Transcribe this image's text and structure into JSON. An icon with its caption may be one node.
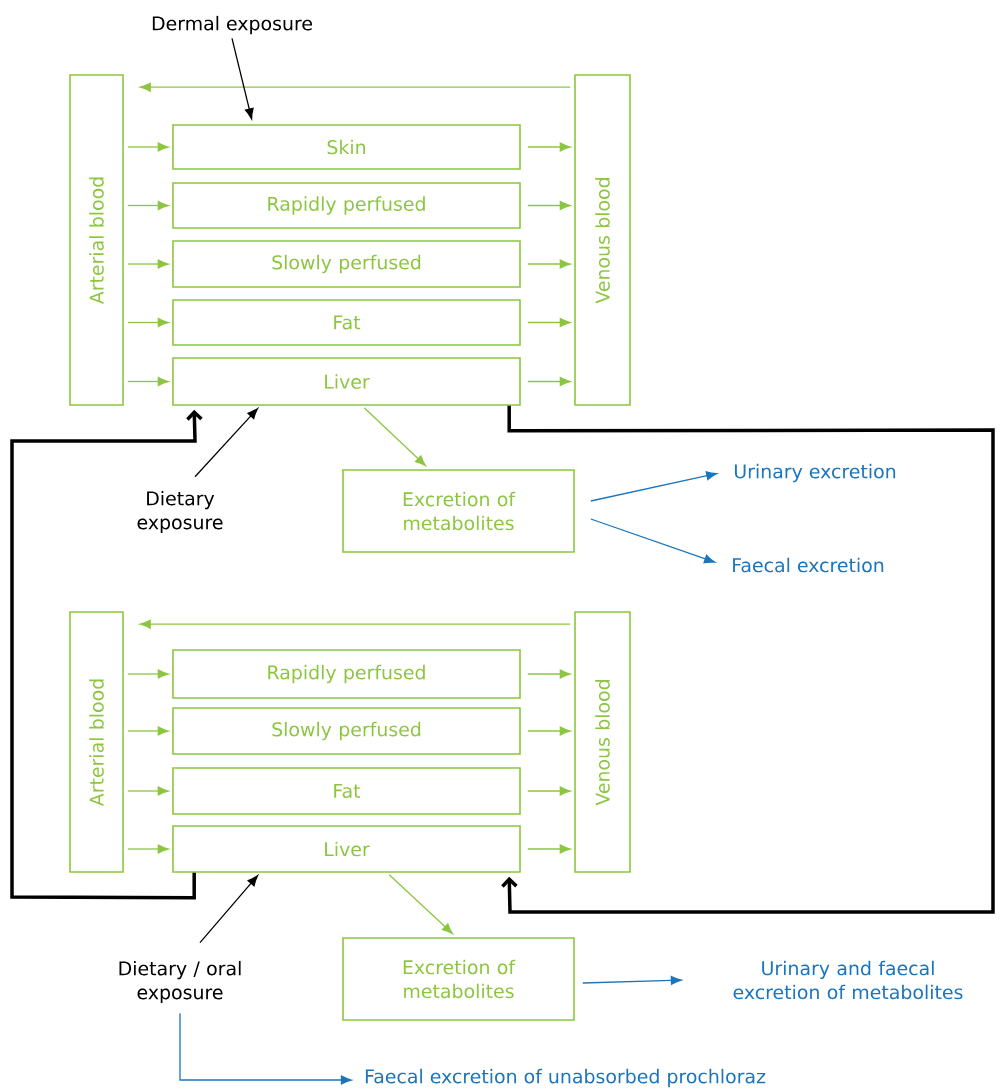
{
  "diagram": {
    "nodes": [
      {
        "text": [
          "Dermal exposure"
        ]
      },
      {
        "text": [
          "Arterial blood"
        ]
      },
      {
        "text": [
          "Skin"
        ]
      },
      {
        "text": [
          "Rapidly perfused"
        ]
      },
      {
        "text": [
          "Slowly perfused"
        ]
      },
      {
        "text": [
          "Fat"
        ]
      },
      {
        "text": [
          "Liver"
        ]
      },
      {
        "text": [
          "Venous blood"
        ]
      },
      {
        "text": [
          "Dietary exposure"
        ]
      },
      {
        "text": [
          "Excretion of metabolites"
        ]
      },
      {
        "text": [
          "Urinary excretion"
        ]
      },
      {
        "text": [
          "Faecal excretion"
        ]
      },
      {
        "text": [
          "Arterial blood"
        ]
      },
      {
        "text": [
          "Rapidly perfused"
        ]
      },
      {
        "text": [
          "Slowly perfused"
        ]
      },
      {
        "text": [
          "Fat"
        ]
      },
      {
        "text": [
          "Liver"
        ]
      },
      {
        "text": [
          "Venous blood"
        ]
      },
      {
        "text": [
          "Dietary / oral exposure"
        ]
      },
      {
        "text": [
          "Excretion of metabolites"
        ]
      },
      {
        "text": [
          "Urinary and faecal excretion of metabolites"
        ]
      },
      {
        "text": [
          "Faecal excretion of unabsorbed prochloraz"
        ]
      }
    ],
    "edges": [
      {
        "from": 7,
        "to": 1,
        "arrow": "to"
      },
      {
        "from": 0,
        "to": 2,
        "arrow": "to",
        "color": "#000000"
      },
      {
        "from": 1,
        "to": 2,
        "arrow": "to"
      },
      {
        "from": 1,
        "to": 3,
        "arrow": "to"
      },
      {
        "from": 1,
        "to": 4,
        "arrow": "to"
      },
      {
        "from": 1,
        "to": 5,
        "arrow": "to"
      },
      {
        "from": 1,
        "to": 6,
        "arrow": "to"
      },
      {
        "from": 2,
        "to": 7,
        "arrow": "to"
      },
      {
        "from": 3,
        "to": 7,
        "arrow": "to"
      },
      {
        "from": 4,
        "to": 7,
        "arrow": "to"
      },
      {
        "from": 5,
        "to": 7,
        "arrow": "to"
      },
      {
        "from": 6,
        "to": 7,
        "arrow": "to"
      },
      {
        "from": 8,
        "to": 6,
        "arrow": "to",
        "color": "#000000"
      },
      {
        "from": 6,
        "to": 9,
        "arrow": "to"
      },
      {
        "from": 9,
        "to": 10,
        "arrow": "to",
        "color": "#1b75bc"
      },
      {
        "from": 9,
        "to": 11,
        "arrow": "to",
        "color": "#1b75bc"
      },
      {
        "from": 6,
        "to": 16,
        "arrow": "to",
        "style": "thick",
        "color": "#000000"
      },
      {
        "from": 16,
        "to": 6,
        "arrow": "to",
        "style": "thick",
        "color": "#000000"
      },
      {
        "from": 17,
        "to": 12,
        "arrow": "to"
      },
      {
        "from": 12,
        "to": 13,
        "arrow": "to"
      },
      {
        "from": 12,
        "to": 14,
        "arrow": "to"
      },
      {
        "from": 12,
        "to": 15,
        "arrow": "to"
      },
      {
        "from": 12,
        "to": 16,
        "arrow": "to"
      },
      {
        "from": 13,
        "to": 17,
        "arrow": "to"
      },
      {
        "from": 14,
        "to": 17,
        "arrow": "to"
      },
      {
        "from": 15,
        "to": 17,
        "arrow": "to"
      },
      {
        "from": 16,
        "to": 17,
        "arrow": "to"
      },
      {
        "from": 18,
        "to": 16,
        "arrow": "to",
        "color": "#000000"
      },
      {
        "from": 16,
        "to": 19,
        "arrow": "to"
      },
      {
        "from": 19,
        "to": 20,
        "arrow": "to",
        "color": "#1b75bc"
      },
      {
        "from": 18,
        "to": 21,
        "arrow": "to",
        "color": "#1b75bc"
      }
    ]
  }
}
